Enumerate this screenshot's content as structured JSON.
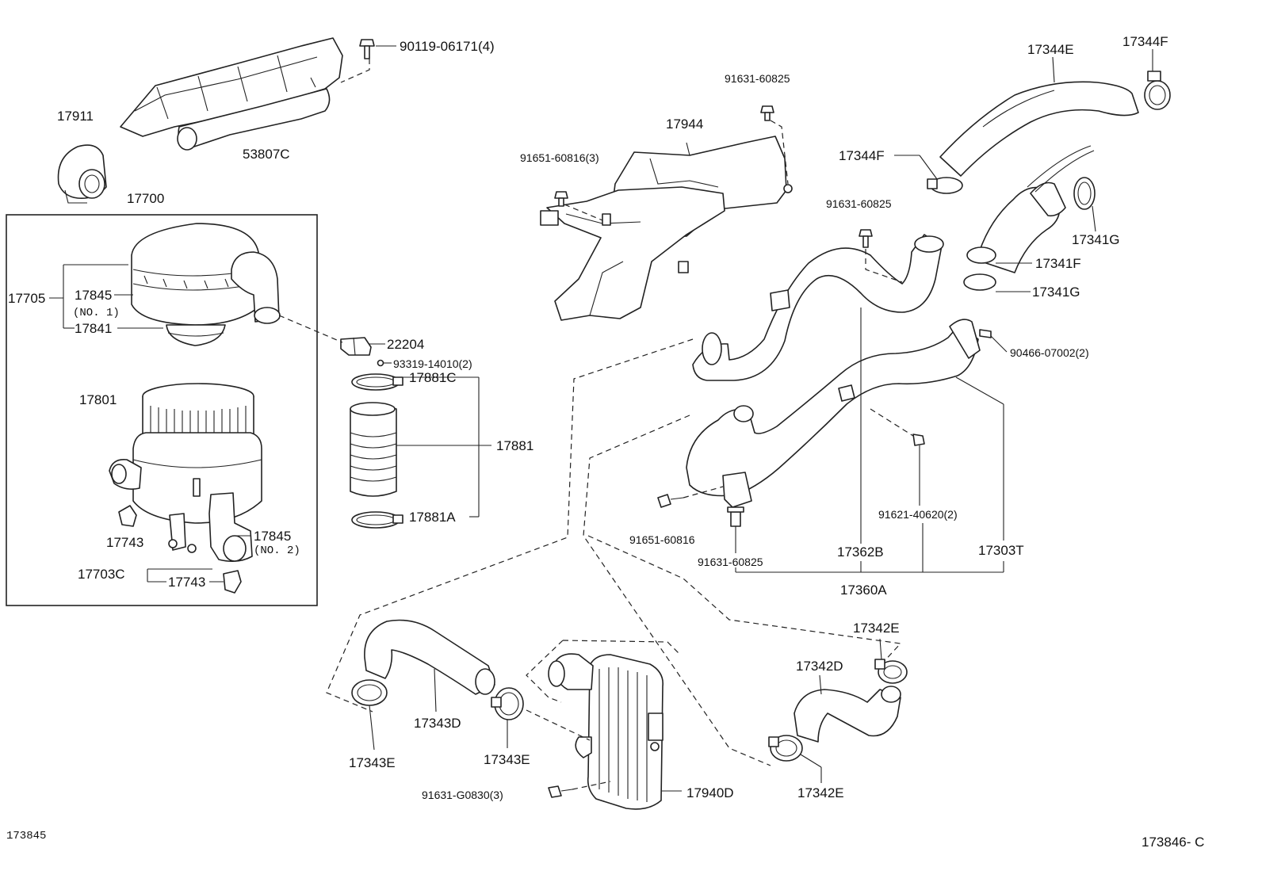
{
  "diagram": {
    "labels": {
      "p90119": "90119-06171(4)",
      "p17911": "17911",
      "p53807c": "53807C",
      "p91631_top": "91631-60825",
      "p17944": "17944",
      "p91651_3": "91651-60816(3)",
      "p17344e": "17344E",
      "p17344f_top": "17344F",
      "p17344f_mid": "17344F",
      "p91631_mid": "91631-60825",
      "p17341g_top": "17341G",
      "p17341f": "17341F",
      "p17341g_bot": "17341G",
      "p17700": "17700",
      "p17705": "17705",
      "p17845_1": "17845",
      "p17845_1_no": "(NO. 1)",
      "p17841": "17841",
      "p22204": "22204",
      "p93319": "93319-14010(2)",
      "p17881c": "17881C",
      "p17801": "17801",
      "p17881": "17881",
      "p90466": "90466-07002(2)",
      "p17743_a": "17743",
      "p17845_2": "17845",
      "p17845_2_no": "(NO. 2)",
      "p17881a": "17881A",
      "p17703c": "17703C",
      "p17743_b": "17743",
      "p91651_b": "91651-60816",
      "p91621": "91621-40620(2)",
      "p91631_low": "91631-60825",
      "p17362b": "17362B",
      "p17303t": "17303T",
      "p17360a": "17360A",
      "p17342e_top": "17342E",
      "p17342d": "17342D",
      "p17343d": "17343D",
      "p17343e_l": "17343E",
      "p17343e_r": "17343E",
      "p91631_g": "91631-G0830(3)",
      "p17940d": "17940D",
      "p17342e_bot": "17342E",
      "ref_left": "173845",
      "ref_right": "173846- C"
    }
  }
}
